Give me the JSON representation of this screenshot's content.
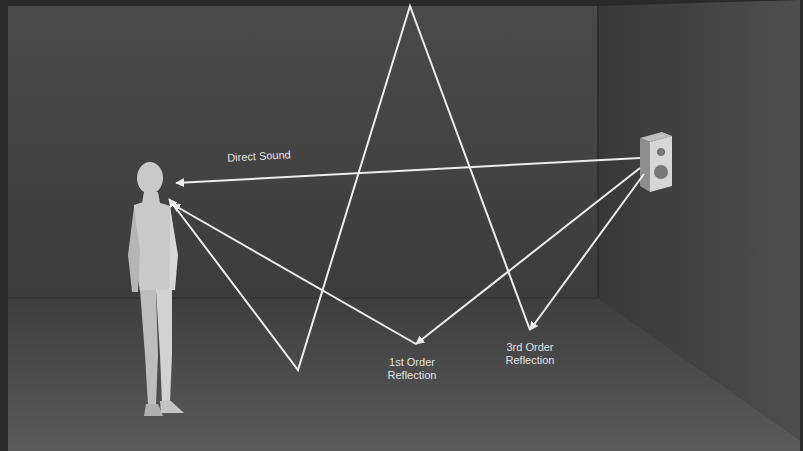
{
  "diagram": {
    "labels": [
      "Direct Sound",
      "1st Order Reflection",
      "3rd Order Reflection"
    ]
  }
}
